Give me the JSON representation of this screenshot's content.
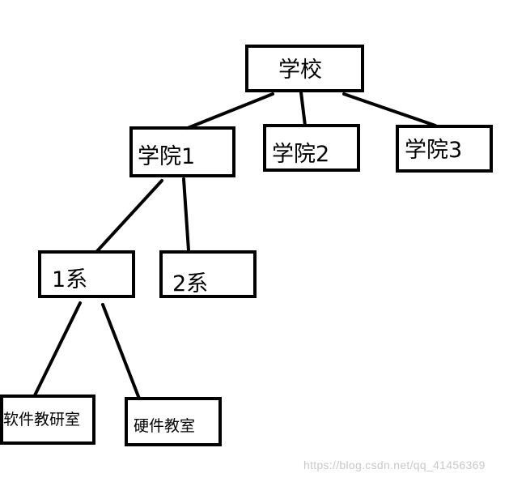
{
  "tree": {
    "root": "学校",
    "colleges": [
      "学院1",
      "学院2",
      "学院3"
    ],
    "departments": [
      "1系",
      "2系"
    ],
    "offices": [
      "软件教研室",
      "硬件教室"
    ]
  },
  "watermark": "https://blog.csdn.net/qq_41456369",
  "colors": {
    "stroke": "#000000",
    "background": "#ffffff",
    "watermark": "#c9c9c9"
  }
}
